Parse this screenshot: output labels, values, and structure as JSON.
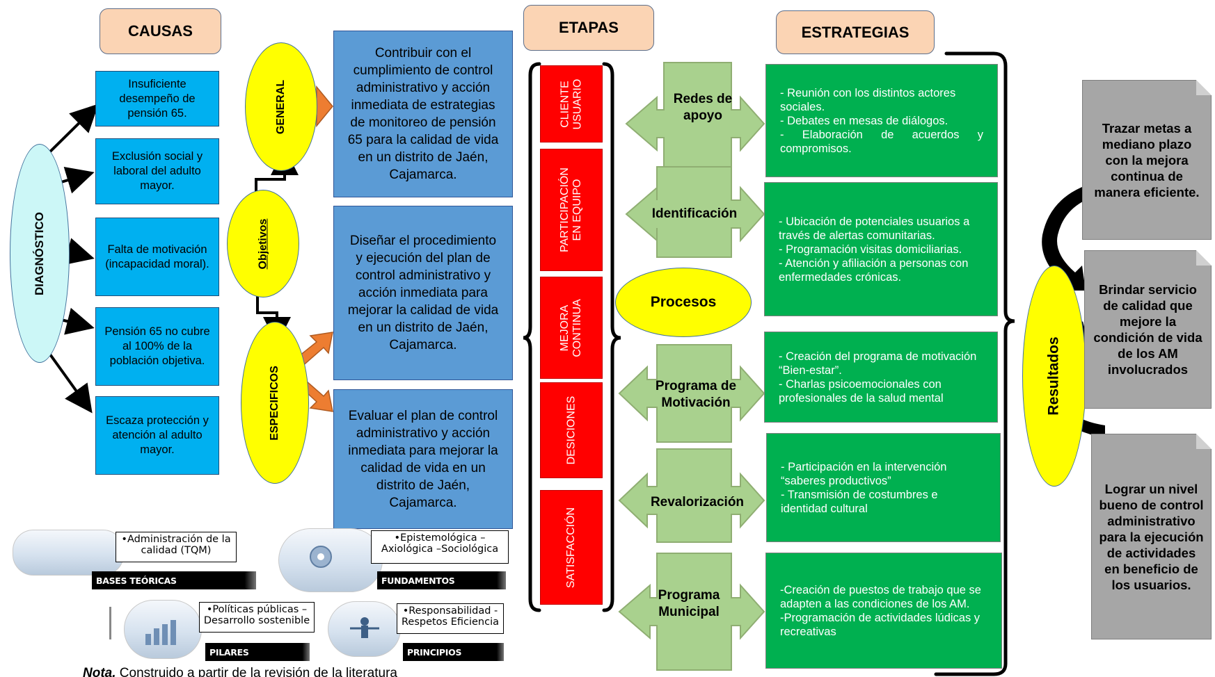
{
  "headers": {
    "causas": "CAUSAS",
    "etapas": "ETAPAS",
    "estrategias": "ESTRATEGIAS"
  },
  "diagnostico": "DIAGNÓSTICO",
  "causes": [
    "Insuficiente desempeño de pensión 65.",
    "Exclusión social y laboral del adulto mayor.",
    "Falta de motivación (incapacidad moral).",
    "Pensión 65 no cubre al 100% de la población objetiva.",
    "Escaza protección y atención al adulto mayor."
  ],
  "objectives": {
    "center_label": "Objetivos",
    "general_label": "GENERAL",
    "specific_label": "ESPECIFICOS",
    "general_text": "Contribuir con el cumplimiento de control administrativo y acción inmediata de estrategias de monitoreo de pensión 65 para la calidad de vida en un distrito de Jaén, Cajamarca.",
    "specific": [
      "Diseñar el procedimiento y ejecución del plan de control administrativo y acción inmediata para mejorar la calidad de vida en un distrito de Jaén, Cajamarca.",
      "Evaluar el plan de control administrativo y acción inmediata para mejorar la calidad de vida en un distrito de Jaén, Cajamarca."
    ]
  },
  "stages": [
    "CLIENTE\nUSUARIO",
    "PARTICIPACIÓN\nEN EQUIPO",
    "MEJORA\nCONTINUA",
    "DESICIONES",
    "SATISFACCIÓN"
  ],
  "processes_label": "Procesos",
  "process_arrows": [
    "Redes de apoyo",
    "Identificación",
    "Programa de Motivación",
    "Revalorización",
    "Programa Municipal"
  ],
  "strategies": [
    [
      "- Reunión con los distintos actores sociales.",
      "- Debates en mesas de diálogos.",
      "- Elaboración de acuerdos y compromisos."
    ],
    [
      "- Ubicación de potenciales usuarios a través de alertas comunitarias.",
      "- Programación visitas domiciliarias.",
      "- Atención y afiliación a personas con enfermedades crónicas."
    ],
    [
      "- Creación del programa de motivación “Bien-estar”.",
      "- Charlas psicoemocionales con profesionales de la salud mental"
    ],
    [
      "- Participación en la intervención “saberes productivos”",
      "- Transmisión de costumbres e identidad cultural"
    ],
    [
      "-Creación de puestos de trabajo que se adapten a las condiciones de los AM.",
      "-Programación de actividades lúdicas y recreativas"
    ]
  ],
  "results_label": "Resultados",
  "results": [
    "Trazar metas a mediano plazo con la mejora continua de manera eficiente.",
    "Brindar servicio de calidad que mejore la condición de vida de los AM involucrados",
    "Lograr un nivel bueno de control administrativo para la ejecución de actividades en beneficio de los usuarios."
  ],
  "frameworks": [
    {
      "label": "•Administración de la calidad (TQM)",
      "bar": "BASES TEÓRICAS"
    },
    {
      "label": "•Epistemológica – Axiológica –Sociológica",
      "bar": "FUNDAMENTOS"
    },
    {
      "label": "•Políticas públicas – Desarrollo sostenible",
      "bar": "PILARES"
    },
    {
      "label": "•Responsabilidad - Respetos Eficiencia",
      "bar": "PRINCIPIOS"
    }
  ],
  "note": {
    "bold": "Nota.",
    "text": " Construido a partir de la revisión de la literatura"
  },
  "colors": {
    "cause_blue": "#00b0f0",
    "objective_blue": "#5b9bd5",
    "yellow": "#ffff00",
    "stage_red": "#ff0000",
    "strategy_green": "#00b050",
    "arrow_green": "#a9d18e",
    "result_gray": "#a6a6a6",
    "header_peach": "#fbd4b4",
    "orange_arrow": "#ed7d31"
  }
}
